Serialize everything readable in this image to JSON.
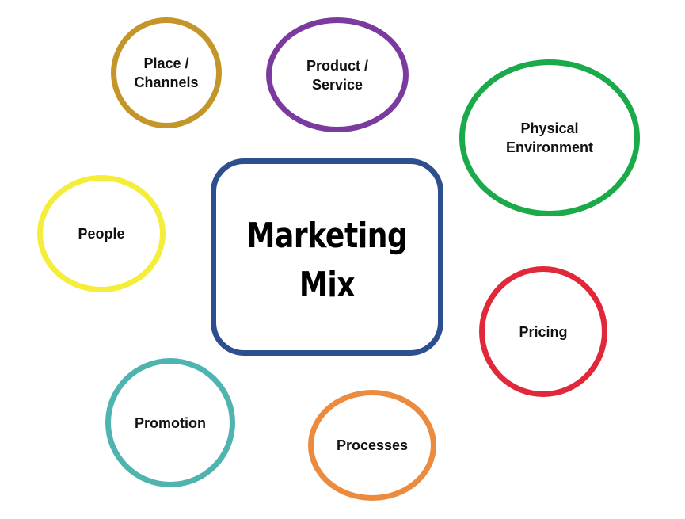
{
  "diagram": {
    "center": {
      "label": "Marketing\nMix",
      "color": "#2e4f8f"
    },
    "nodes": [
      {
        "id": "place",
        "label": "Place /\nChannels",
        "color": "#c4962a"
      },
      {
        "id": "product",
        "label": "Product /\nService",
        "color": "#7b3a9e"
      },
      {
        "id": "physical",
        "label": "Physical\nEnvironment",
        "color": "#1aaa4a"
      },
      {
        "id": "people",
        "label": "People",
        "color": "#f4ee3a"
      },
      {
        "id": "pricing",
        "label": "Pricing",
        "color": "#e0283a"
      },
      {
        "id": "promotion",
        "label": "Promotion",
        "color": "#4fb3b0"
      },
      {
        "id": "processes",
        "label": "Processes",
        "color": "#ec8a3e"
      }
    ]
  }
}
